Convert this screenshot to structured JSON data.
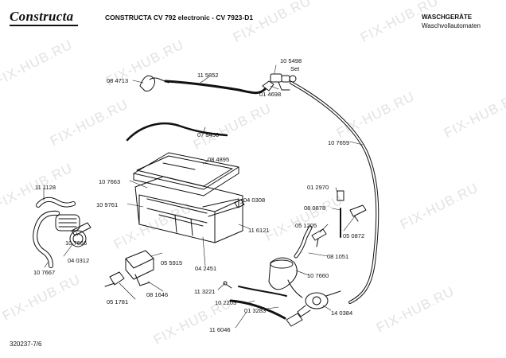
{
  "header": {
    "brand": "Constructa",
    "model": "CONSTRUCTA CV 792 electronic - CV 7923-D1",
    "category_line1": "WASCHGERÄTE",
    "category_line2": "Waschvollautomaten"
  },
  "footer": {
    "doc_number": "320237-7/6"
  },
  "watermark": "FIX-HUB.RU",
  "parts": [
    {
      "id": "p1",
      "label": "08 4713"
    },
    {
      "id": "p2",
      "label": "11 5852"
    },
    {
      "id": "p3",
      "label": "10 5498"
    },
    {
      "id": "p3b",
      "label": "Set"
    },
    {
      "id": "p4",
      "label": "01 4698"
    },
    {
      "id": "p5",
      "label": "07 5450"
    },
    {
      "id": "p6",
      "label": "10 7659"
    },
    {
      "id": "p7",
      "label": "08 4895"
    },
    {
      "id": "p8",
      "label": "10 7663"
    },
    {
      "id": "p9",
      "label": "11 1128"
    },
    {
      "id": "p10",
      "label": "10 9761"
    },
    {
      "id": "p11",
      "label": "04 0308"
    },
    {
      "id": "p12",
      "label": "01 2970"
    },
    {
      "id": "p13",
      "label": "08 0878"
    },
    {
      "id": "p14",
      "label": "10 7666"
    },
    {
      "id": "p15",
      "label": "05 1205"
    },
    {
      "id": "p16",
      "label": "05 0872"
    },
    {
      "id": "p17",
      "label": "11 6121"
    },
    {
      "id": "p18",
      "label": "08 1051"
    },
    {
      "id": "p19",
      "label": "04 0312"
    },
    {
      "id": "p20",
      "label": "05 5915"
    },
    {
      "id": "p21",
      "label": "10 7667"
    },
    {
      "id": "p22",
      "label": "04 2451"
    },
    {
      "id": "p23",
      "label": "10 7660"
    },
    {
      "id": "p24",
      "label": "08 1646"
    },
    {
      "id": "p25",
      "label": "11 3221"
    },
    {
      "id": "p26",
      "label": "05 1781"
    },
    {
      "id": "p27",
      "label": "10 2203"
    },
    {
      "id": "p28",
      "label": "01 3283"
    },
    {
      "id": "p29",
      "label": "14 0384"
    },
    {
      "id": "p30",
      "label": "11 6046"
    }
  ]
}
